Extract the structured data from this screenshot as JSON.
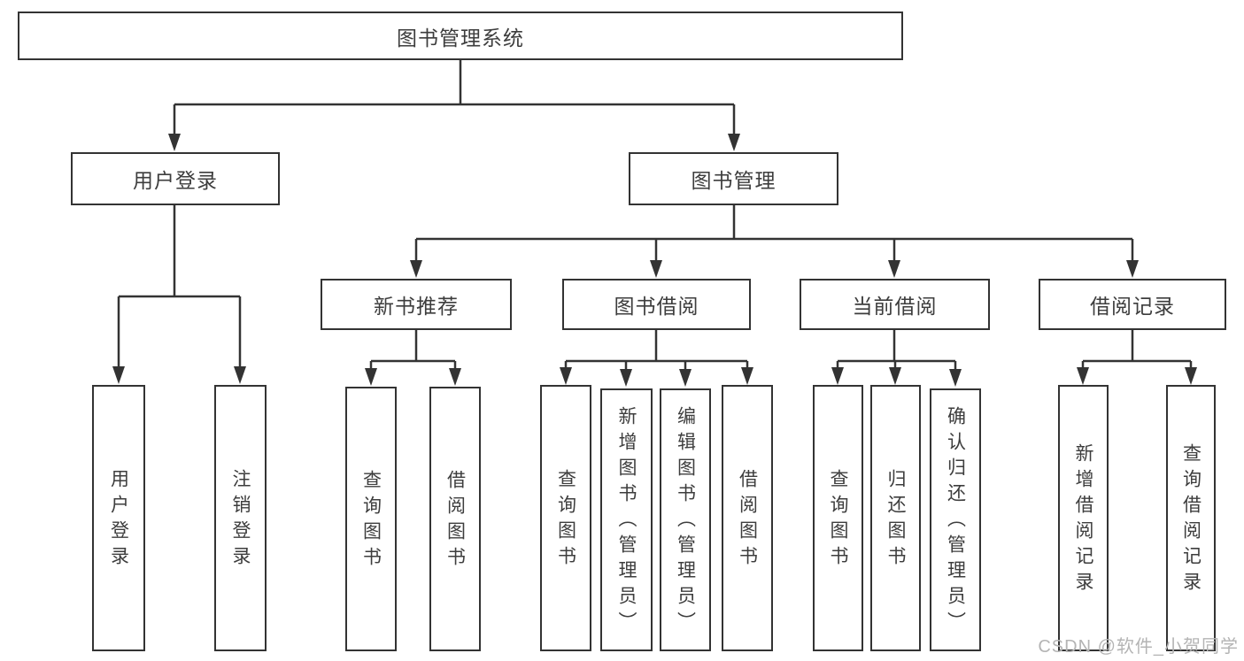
{
  "tree": {
    "label": "图书管理系统",
    "children": [
      {
        "label": "用户登录",
        "children": [
          {
            "label": "用户登录"
          },
          {
            "label": "注销登录"
          }
        ]
      },
      {
        "label": "图书管理",
        "children": [
          {
            "label": "新书推荐",
            "children": [
              {
                "label": "查询图书"
              },
              {
                "label": "借阅图书"
              }
            ]
          },
          {
            "label": "图书借阅",
            "children": [
              {
                "label": "查询图书"
              },
              {
                "label": "新增图书（管理员）"
              },
              {
                "label": "编辑图书（管理员）"
              },
              {
                "label": "借阅图书"
              }
            ]
          },
          {
            "label": "当前借阅",
            "children": [
              {
                "label": "查询图书"
              },
              {
                "label": "归还图书"
              },
              {
                "label": "确认归还（管理员）"
              }
            ]
          },
          {
            "label": "借阅记录",
            "children": [
              {
                "label": "新增借阅记录"
              },
              {
                "label": "查询借阅记录"
              }
            ]
          }
        ]
      }
    ]
  },
  "watermark": {
    "text": "CSDN @软件_小贺同学"
  },
  "colors": {
    "line": "#333333",
    "box_border": "#333333",
    "text": "#3d3d3d",
    "background": "#ffffff",
    "watermark": "#b4b4b4"
  }
}
